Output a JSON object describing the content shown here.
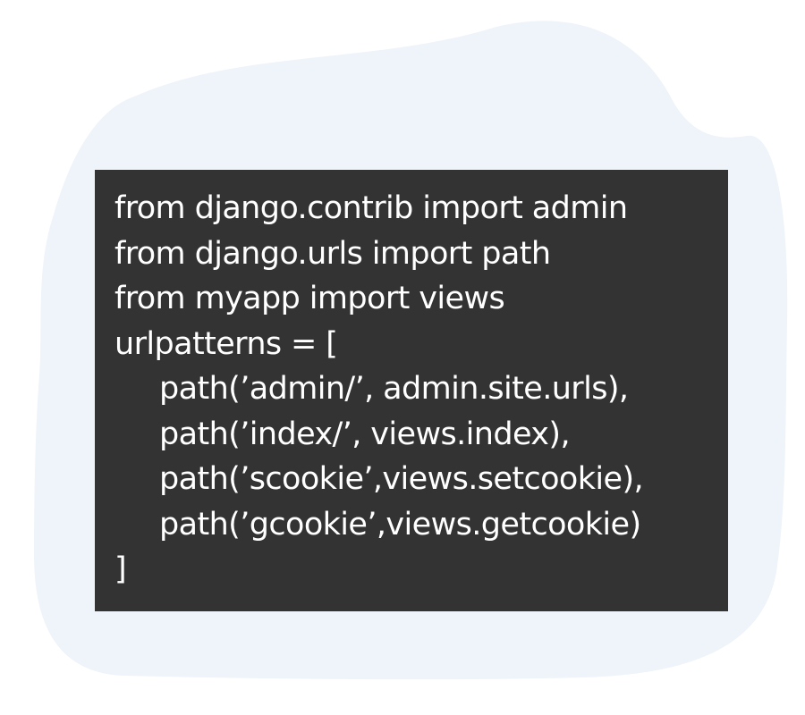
{
  "colors": {
    "blob": "#eef4f9",
    "panel": "#333333",
    "text": "#ffffff",
    "page": "#ffffff"
  },
  "code": {
    "lines": [
      {
        "text": "from django.contrib import admin",
        "indented": false
      },
      {
        "text": "from django.urls import path",
        "indented": false
      },
      {
        "text": "from myapp import views",
        "indented": false
      },
      {
        "text": "urlpatterns = [",
        "indented": false
      },
      {
        "text": "path(’admin/’, admin.site.urls),",
        "indented": true
      },
      {
        "text": "path(’index/’, views.index),",
        "indented": true
      },
      {
        "text": "path(’scookie’,views.setcookie),",
        "indented": true
      },
      {
        "text": "path(’gcookie’,views.getcookie)",
        "indented": true
      },
      {
        "text": "]",
        "indented": false
      }
    ]
  }
}
